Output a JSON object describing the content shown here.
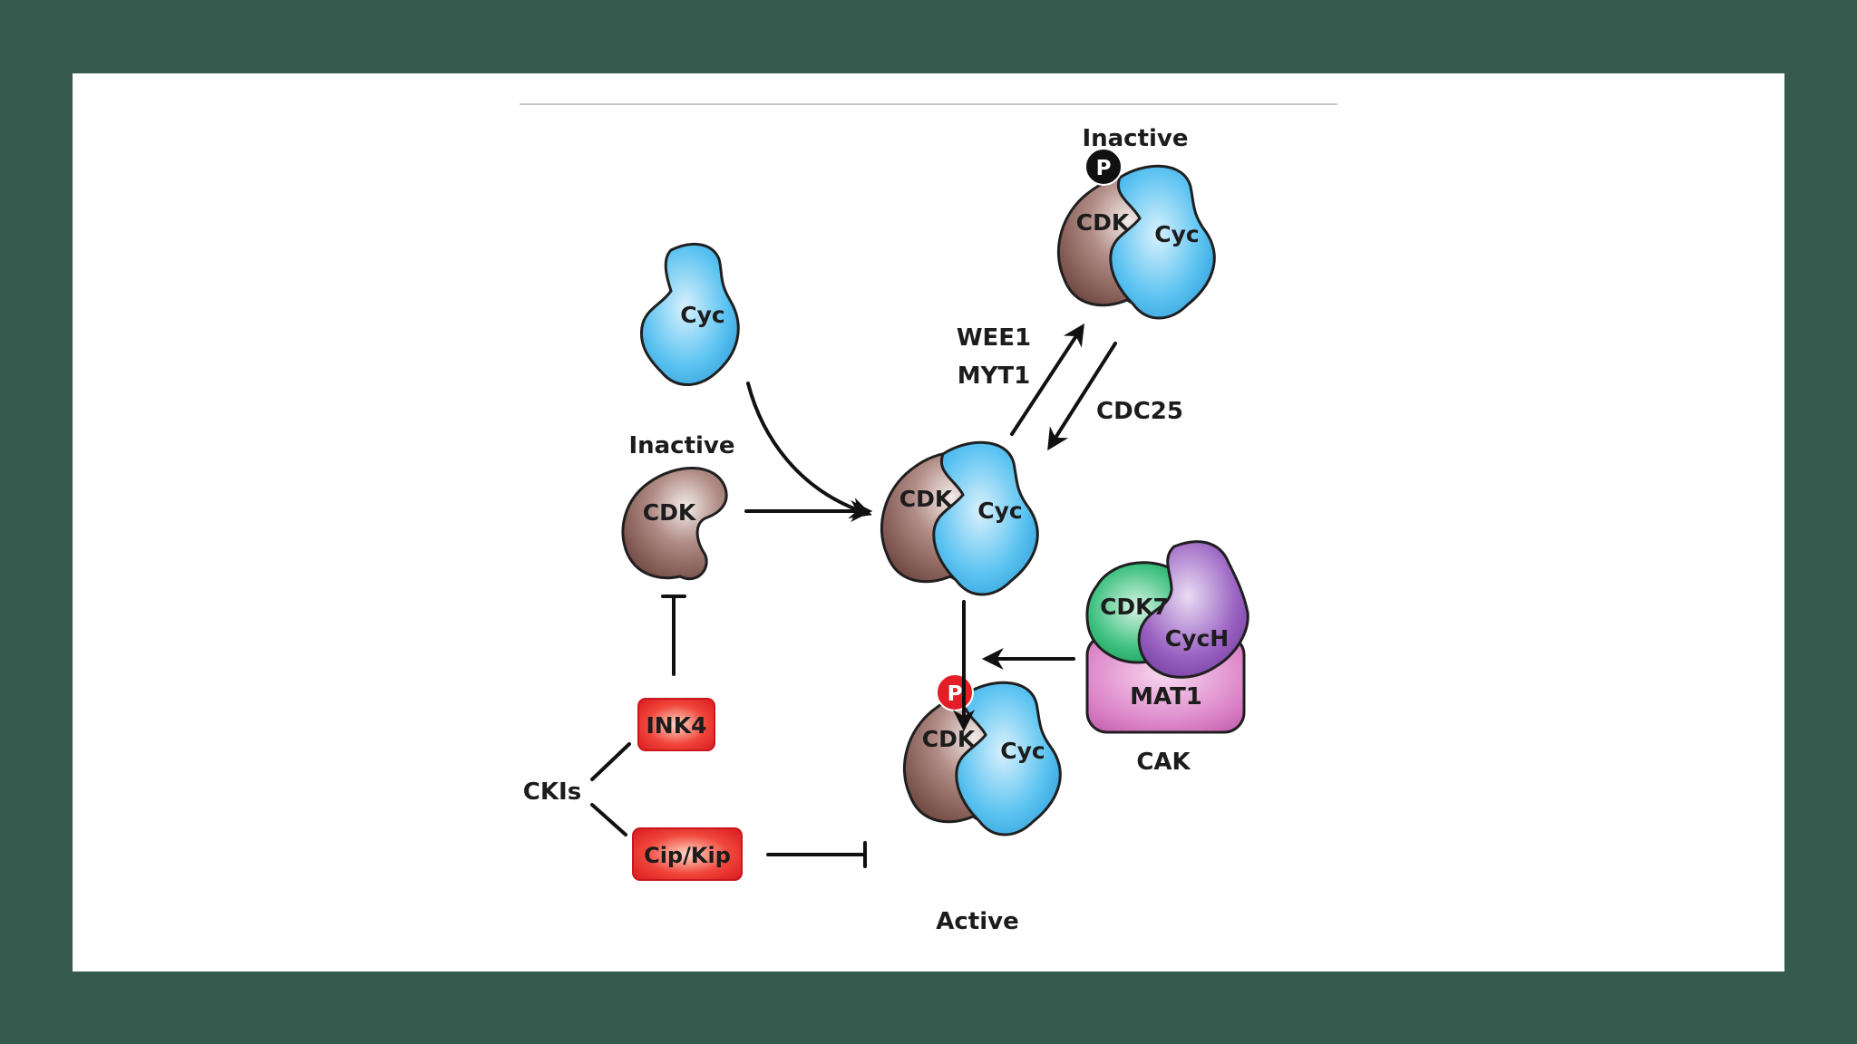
{
  "labels": {
    "inactive_top": "Inactive",
    "inactive_left": "Inactive",
    "active": "Active",
    "wee1": "WEE1",
    "myt1": "MYT1",
    "cdc25": "CDC25",
    "cak": "CAK",
    "ckis": "CKIs"
  },
  "complexes": {
    "top_cdk": "CDK",
    "top_cyc": "Cyc",
    "top_p": "P",
    "free_cyc": "Cyc",
    "left_cdk": "CDK",
    "center_cdk": "CDK",
    "center_cyc": "Cyc",
    "bottom_cdk": "CDK",
    "bottom_cyc": "Cyc",
    "bottom_p": "P",
    "cdk7": "CDK7",
    "cych": "CycH",
    "mat1": "MAT1"
  },
  "inhibitors": {
    "ink4": "INK4",
    "cipkip": "Cip/Kip"
  },
  "colors": {
    "cdk": "#8a5e56",
    "cyc": "#3bb4ec",
    "cdk7": "#2bb673",
    "cych": "#8b4fb5",
    "mat1": "#d97bc4",
    "inhibitor": "#e41e26",
    "phospho_inactive": "#111111",
    "phospho_active": "#e41e26"
  }
}
